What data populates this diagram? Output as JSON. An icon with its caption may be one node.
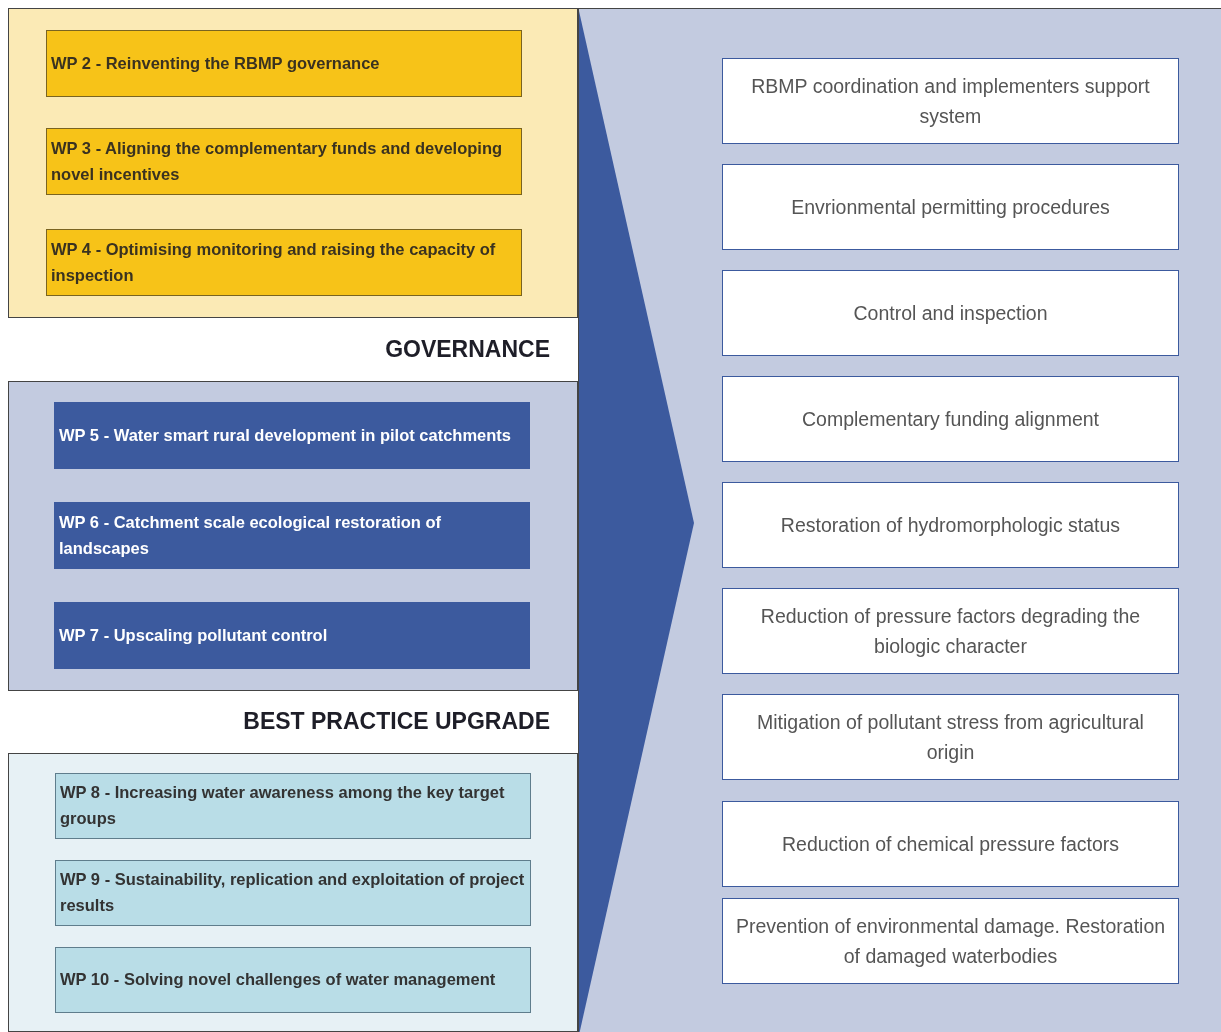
{
  "diagram": {
    "nodes": [
      {
        "text": [
          "GOVERNANCE"
        ]
      },
      {
        "text": [
          "WP 2 - Reinventing the RBMP governance"
        ],
        "in": 0
      },
      {
        "text": [
          "WP 3 - Aligning the complementary funds and developing novel incentives"
        ],
        "in": 0
      },
      {
        "text": [
          "WP 4 - Optimising monitoring and raising the capacity of inspection"
        ],
        "in": 0
      },
      {
        "text": [
          "BEST PRACTICE UPGRADE"
        ]
      },
      {
        "text": [
          "WP 5 - Water smart rural development in pilot catchments"
        ],
        "in": 4
      },
      {
        "text": [
          "WP 6 - Catchment scale ecological restoration of landscapes"
        ],
        "in": 4
      },
      {
        "text": [
          "WP 7 - Upscaling pollutant control"
        ],
        "in": 4
      },
      {
        "text": [],
        "shape": "box"
      },
      {
        "text": [
          "WP 8 - Increasing water awareness among the key target groups"
        ],
        "in": 8
      },
      {
        "text": [
          "WP 9 - Sustainability, replication and exploitation of project results"
        ],
        "in": 8
      },
      {
        "text": [
          "WP 10 - Solving novel challenges of water management"
        ],
        "in": 8
      },
      {
        "text": [],
        "shape": "box"
      },
      {
        "text": [],
        "shape": "chevron",
        "in": 12
      },
      {
        "text": [
          "RBMP coordination and implementers support system"
        ],
        "in": 12
      },
      {
        "text": [
          "Envrionmental permitting procedures"
        ],
        "in": 12
      },
      {
        "text": [
          "Control and inspection"
        ],
        "in": 12
      },
      {
        "text": [
          "Complementary funding alignment"
        ],
        "in": 12
      },
      {
        "text": [
          "Restoration of hydromorphologic status"
        ],
        "in": 12
      },
      {
        "text": [
          "Reduction of pressure factors degrading the biologic character"
        ],
        "in": 12
      },
      {
        "text": [
          "Mitigation of pollutant stress from agricultural origin"
        ],
        "in": 12
      },
      {
        "text": [
          "Reduction of chemical pressure factors"
        ],
        "in": 12
      },
      {
        "text": [
          "Prevention of environmental damage. Restoration of damaged waterbodies"
        ],
        "in": 12
      }
    ]
  }
}
